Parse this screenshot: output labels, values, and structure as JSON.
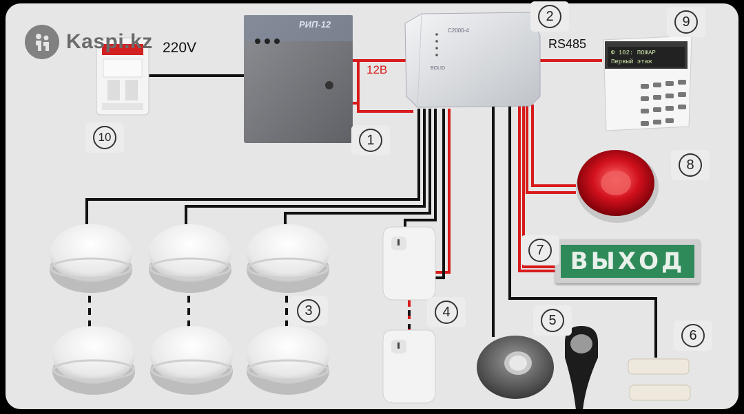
{
  "watermark": {
    "text": "Kaspi.kz",
    "icon": "kaspi-logo-icon"
  },
  "labels": {
    "voltage_in": "220V",
    "voltage_12": "12В",
    "bus": "RS485",
    "exit_sign": "ВЫХОД",
    "rip_name": "РИП-12",
    "controller_name": "С2000-4",
    "controller_brand": "BOLID",
    "keypad_line1": "Ф   102: ПОЖАР",
    "keypad_line2": "Первый этаж"
  },
  "markers": [
    "1",
    "2",
    "3",
    "4",
    "5",
    "6",
    "7",
    "8",
    "9",
    "10"
  ],
  "components": [
    {
      "n": "1",
      "name": "Power supply (РИП-12)"
    },
    {
      "n": "2",
      "name": "Controller (С2000-4)"
    },
    {
      "n": "3",
      "name": "Smoke detectors"
    },
    {
      "n": "4",
      "name": "Motion detectors"
    },
    {
      "n": "5",
      "name": "Key reader and key fob"
    },
    {
      "n": "6",
      "name": "Magnetic door contacts"
    },
    {
      "n": "7",
      "name": "Exit sign"
    },
    {
      "n": "8",
      "name": "Strobe siren"
    },
    {
      "n": "9",
      "name": "Keypad"
    },
    {
      "n": "10",
      "name": "Circuit breaker"
    }
  ],
  "colors": {
    "wire_power": "#d81a1a",
    "wire_signal": "#111111",
    "background": "#e6e6e6",
    "exit_green": "#2f8a5a",
    "siren_red": "#c8101a"
  }
}
